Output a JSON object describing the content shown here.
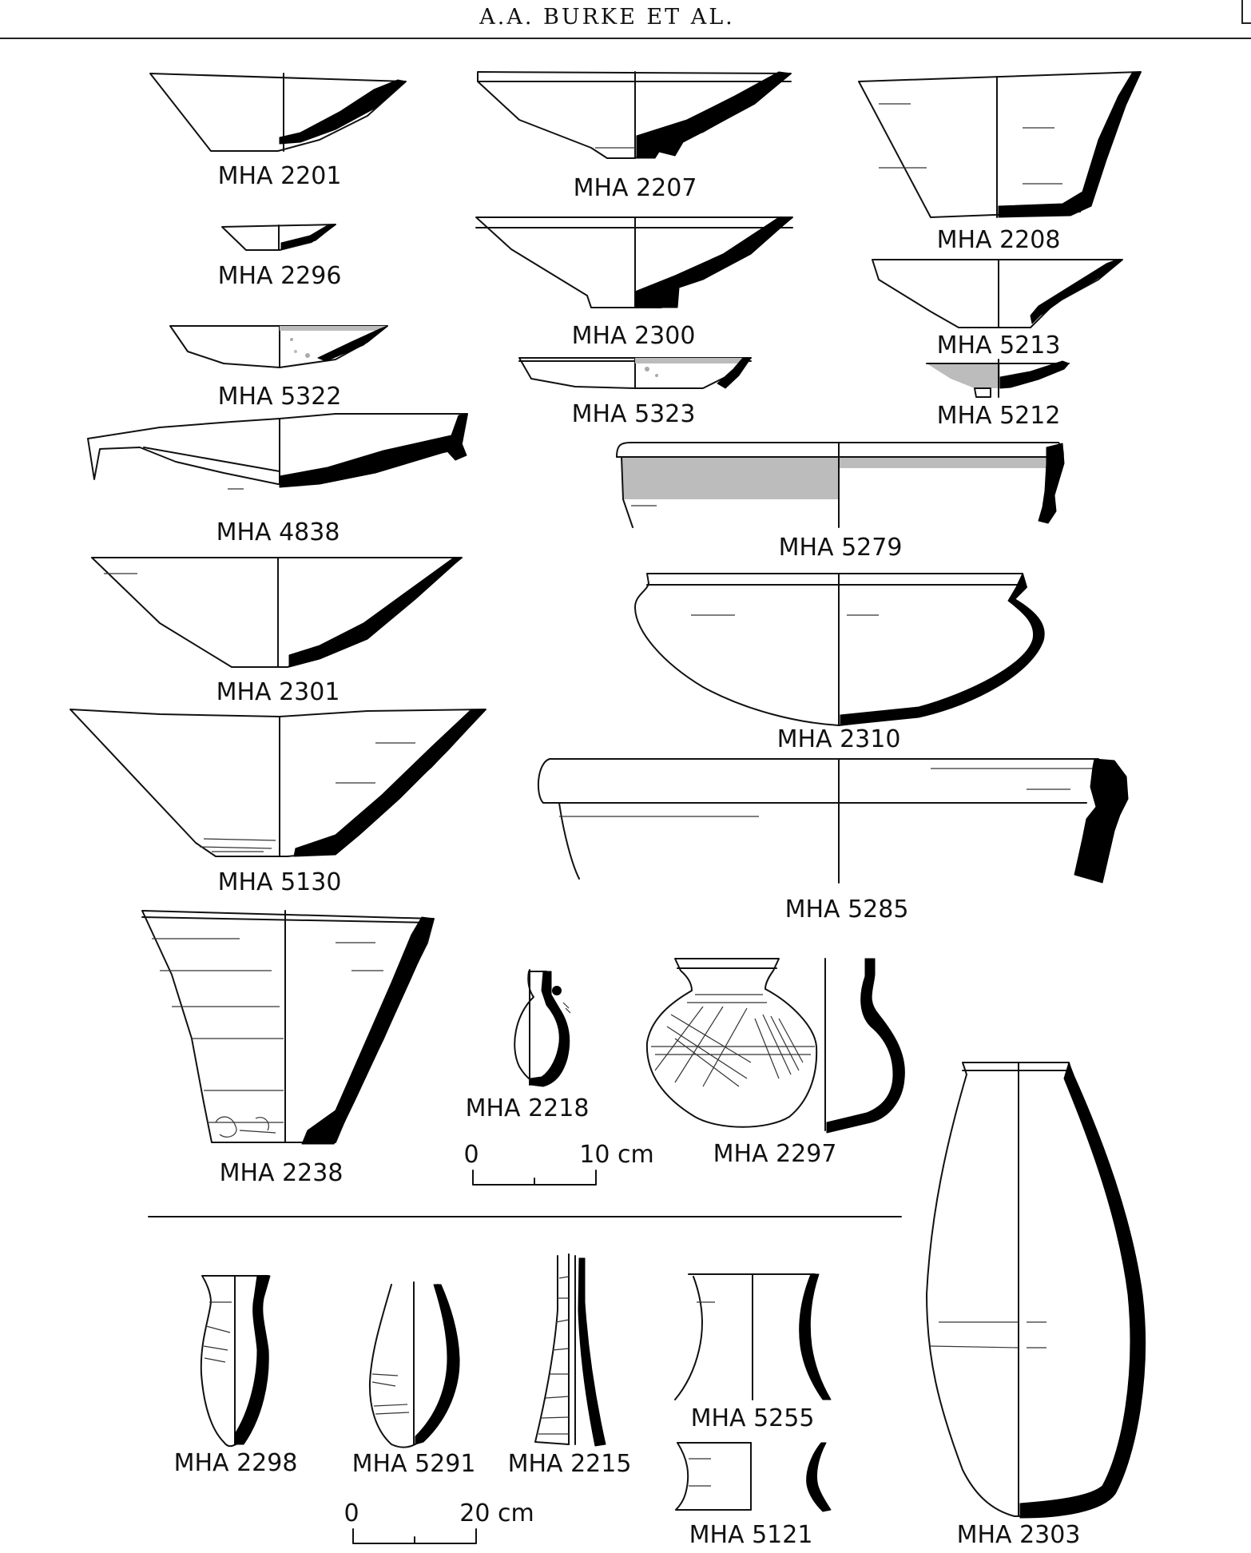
{
  "header": {
    "running_title": "A.A. BURKE ET AL."
  },
  "vessels": [
    "MHA 2201",
    "MHA 2296",
    "MHA 5322",
    "MHA 4838",
    "MHA 2301",
    "MHA 5130",
    "MHA 2207",
    "MHA 2300",
    "MHA 5323",
    "MHA 2208",
    "MHA 5213",
    "MHA 5212",
    "MHA 5279",
    "MHA 2310",
    "MHA 5285",
    "MHA 2238",
    "MHA 2218",
    "MHA 2297",
    "MHA 2303",
    "MHA 2298",
    "MHA 5291",
    "MHA 2215",
    "MHA 5255",
    "MHA 5121"
  ],
  "scales": [
    {
      "start": "0",
      "end": "10 cm"
    },
    {
      "start": "0",
      "end": "20 cm"
    }
  ],
  "colors": {
    "section_fill": "#000000",
    "slip_gray": "#bcbcbc"
  }
}
